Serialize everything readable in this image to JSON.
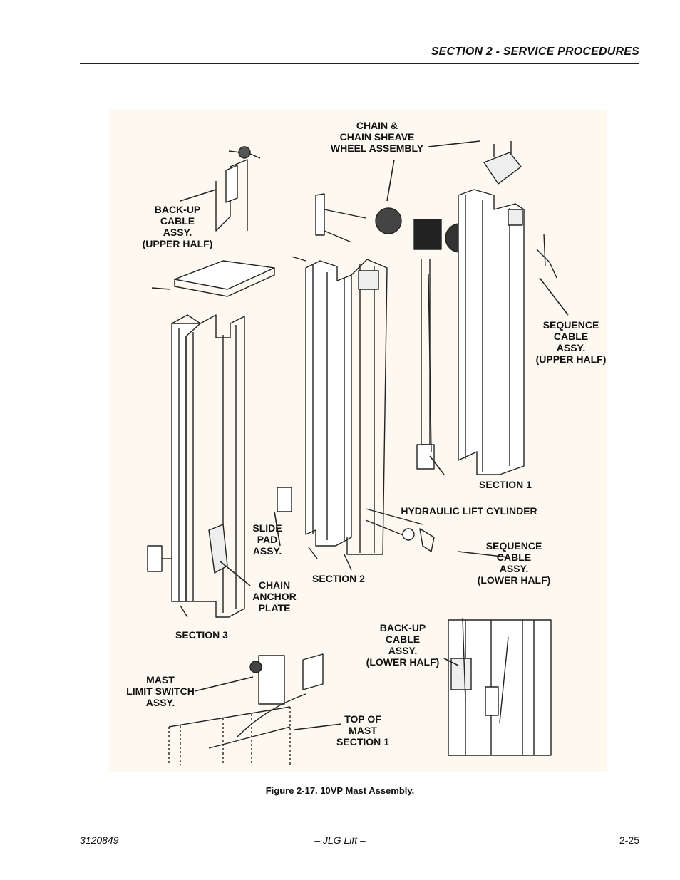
{
  "header": {
    "section_title": "SECTION 2 - SERVICE PROCEDURES"
  },
  "figure": {
    "labels": {
      "chain_sheave": "CHAIN &\nCHAIN SHEAVE\nWHEEL ASSEMBLY",
      "backup_upper": "BACK-UP\nCABLE\nASSY.\n(UPPER HALF)",
      "sequence_upper": "SEQUENCE\nCABLE\nASSY.\n(UPPER HALF)",
      "section1": "SECTION 1",
      "hydraulic": "HYDRAULIC LIFT CYLINDER",
      "slide_pad": "SLIDE\nPAD\nASSY.",
      "sequence_lower": "SEQUENCE\nCABLE\nASSY.\n(LOWER HALF)",
      "chain_anchor": "CHAIN\nANCHOR\nPLATE",
      "section2": "SECTION 2",
      "section3": "SECTION 3",
      "backup_lower": "BACK-UP\nCABLE\nASSY.\n(LOWER HALF)",
      "mast_limit": "MAST\nLIMIT SWITCH\nASSY.",
      "top_of_mast": "TOP OF\nMAST\nSECTION 1"
    }
  },
  "caption": "Figure 2-17.  10VP Mast Assembly.",
  "footer": {
    "doc_number": "3120849",
    "center": "– JLG Lift –",
    "page": "2-25"
  }
}
